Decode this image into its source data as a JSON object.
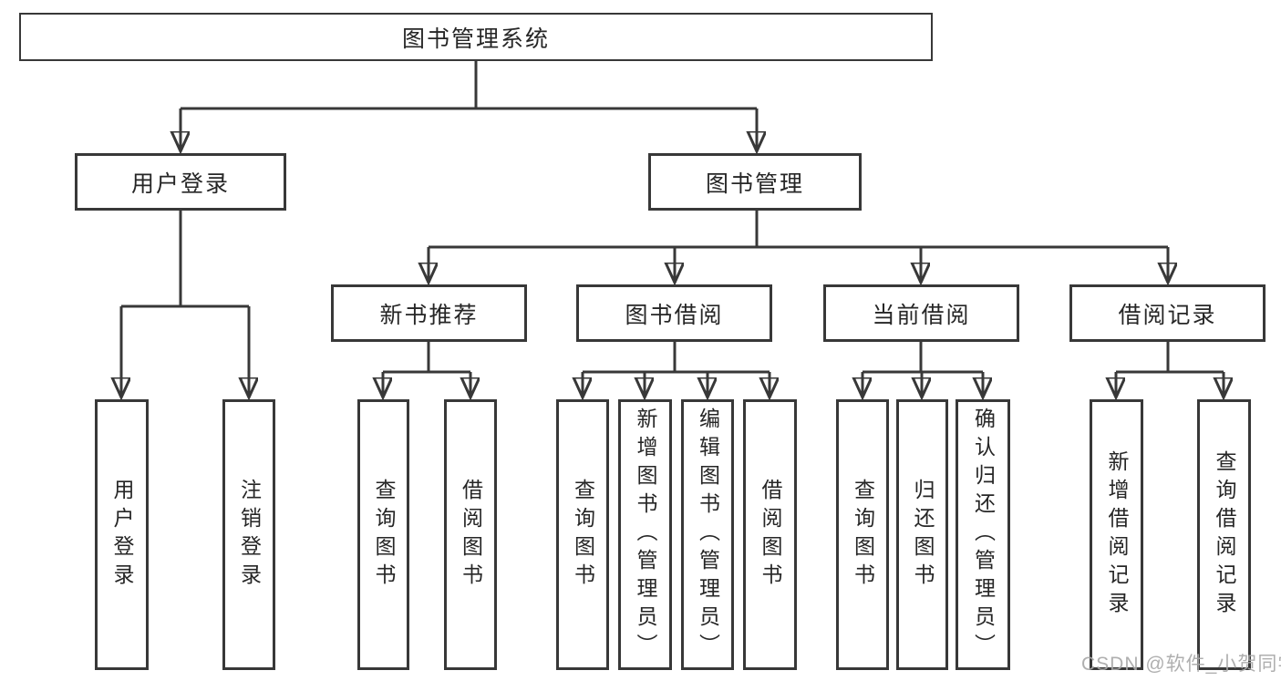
{
  "nodes": {
    "root": {
      "label": "图书管理系统"
    },
    "user_login": {
      "label": "用户登录"
    },
    "book_mgmt": {
      "label": "图书管理"
    },
    "new_book_rec": {
      "label": "新书推荐"
    },
    "book_borrow": {
      "label": "图书借阅"
    },
    "current_borrow": {
      "label": "当前借阅"
    },
    "borrow_records": {
      "label": "借阅记录"
    },
    "leaf_user_login": {
      "label": "用户登录"
    },
    "leaf_logout": {
      "label": "注销登录"
    },
    "leaf_nbr_search": {
      "label": "查询图书"
    },
    "leaf_nbr_borrow": {
      "label": "借阅图书"
    },
    "leaf_bb_search": {
      "label": "查询图书"
    },
    "leaf_bb_add": {
      "label": "新增图书（管理员）"
    },
    "leaf_bb_edit": {
      "label": "编辑图书（管理员）"
    },
    "leaf_bb_borrow": {
      "label": "借阅图书"
    },
    "leaf_cb_search": {
      "label": "查询图书"
    },
    "leaf_cb_return": {
      "label": "归还图书"
    },
    "leaf_cb_confirm": {
      "label": "确认归还（管理员）"
    },
    "leaf_br_add": {
      "label": "新增借阅记录"
    },
    "leaf_br_search": {
      "label": "查询借阅记录"
    }
  },
  "watermark": "CSDN @软件_小贺同学",
  "colors": {
    "line": "#383838",
    "box_border": "#383838",
    "text": "#262626",
    "watermark": "#a8a8a8",
    "background": "#ffffff"
  }
}
